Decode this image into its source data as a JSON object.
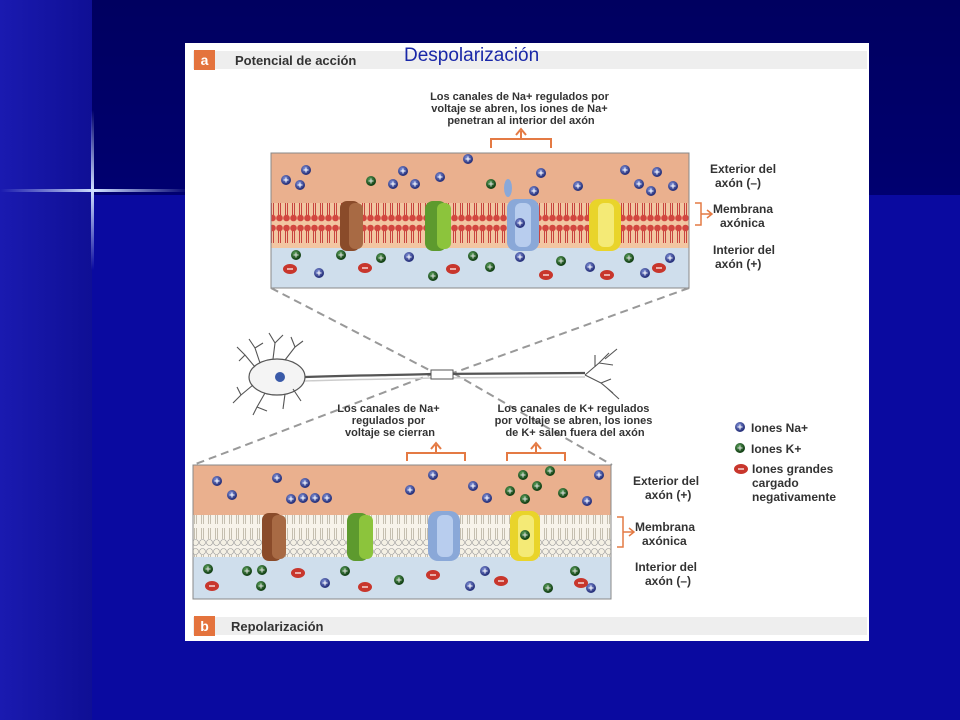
{
  "slide": {
    "title": "Despolarización"
  },
  "panel_a": {
    "letter": "a",
    "label": "Potencial de acción"
  },
  "panel_b": {
    "letter": "b",
    "label": "Repolarización"
  },
  "top_membrane": {
    "callout": [
      "Los canales de Na+ regulados por",
      "voltaje se abren, los iones de Na+",
      "penetran al interior del axón"
    ],
    "exterior": [
      "Exterior del",
      "axón (–)"
    ],
    "membrane": [
      "Membrana",
      "axónica"
    ],
    "interior": [
      "Interior del",
      "axón (+)"
    ]
  },
  "bottom_membrane": {
    "callout_na": [
      "Los canales de Na+",
      "regulados por",
      "voltaje se cierran"
    ],
    "callout_k": [
      "Los canales de K+ regulados",
      "por voltaje se abren, los iones",
      "de K+ salen fuera del axón"
    ],
    "exterior": [
      "Exterior del",
      "axón (+)"
    ],
    "membrane": [
      "Membrana",
      "axónica"
    ],
    "interior": [
      "Interior del",
      "axón (–)"
    ]
  },
  "legend": {
    "na": "Iones Na+",
    "k": "Iones K+",
    "large": [
      "Iones grandes",
      "cargado",
      "negativamente"
    ]
  },
  "colors": {
    "background": "#0a0a7a",
    "exterior": "#eab08e",
    "interior": "#cfdeec",
    "membrane": "#d24a46",
    "na_ion": "#2c3d86",
    "k_ion": "#1d5a1f",
    "large_ion": "#c83228"
  }
}
